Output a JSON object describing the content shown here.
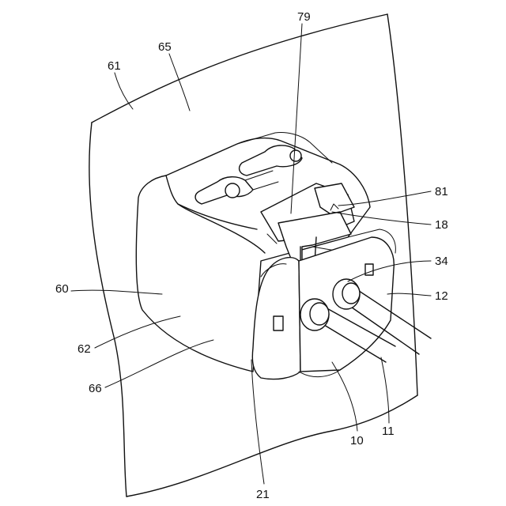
{
  "figure": {
    "labels": {
      "l61": "61",
      "l65": "65",
      "l79": "79",
      "l81": "81",
      "l18": "18",
      "l34": "34",
      "l12": "12",
      "l60": "60",
      "l62": "62",
      "l66": "66",
      "l10": "10",
      "l11": "11",
      "l21": "21"
    }
  }
}
